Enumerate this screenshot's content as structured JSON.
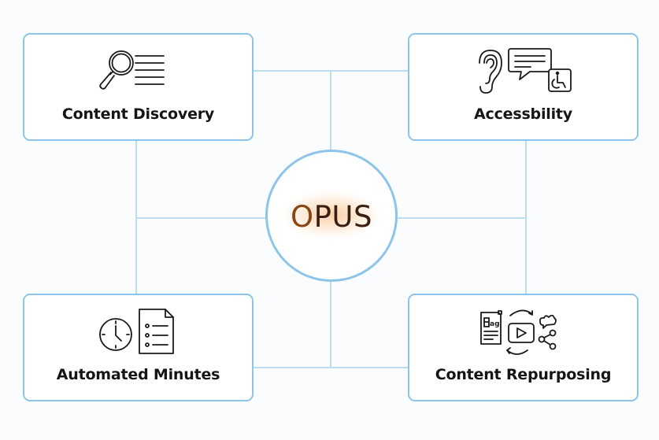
{
  "diagram": {
    "type": "hub-and-spoke",
    "center": {
      "label_first": "O",
      "label_rest": "PUS",
      "full_label": "OPUS"
    },
    "nodes": [
      {
        "id": "top-left",
        "label": "Content Discovery",
        "icon": "magnifier-with-text-lines"
      },
      {
        "id": "top-right",
        "label": "Accessbility",
        "icon": "ear-speech-bubble-wheelchair"
      },
      {
        "id": "bottom-left",
        "label": "Automated Minutes",
        "icon": "clock-and-checklist-document"
      },
      {
        "id": "bottom-right",
        "label": "Content Repurposing",
        "icon": "blog-video-share-cycle"
      }
    ],
    "connections": [
      [
        "center",
        "top-left"
      ],
      [
        "center",
        "top-right"
      ],
      [
        "center",
        "bottom-left"
      ],
      [
        "center",
        "bottom-right"
      ],
      [
        "top-left",
        "top-right"
      ],
      [
        "bottom-left",
        "bottom-right"
      ]
    ],
    "colors": {
      "border": "#8cc4ea",
      "connector": "#bcdcf1",
      "text": "#151515",
      "center_text": "#3a1f10",
      "center_glow": "#fabe8c"
    }
  }
}
